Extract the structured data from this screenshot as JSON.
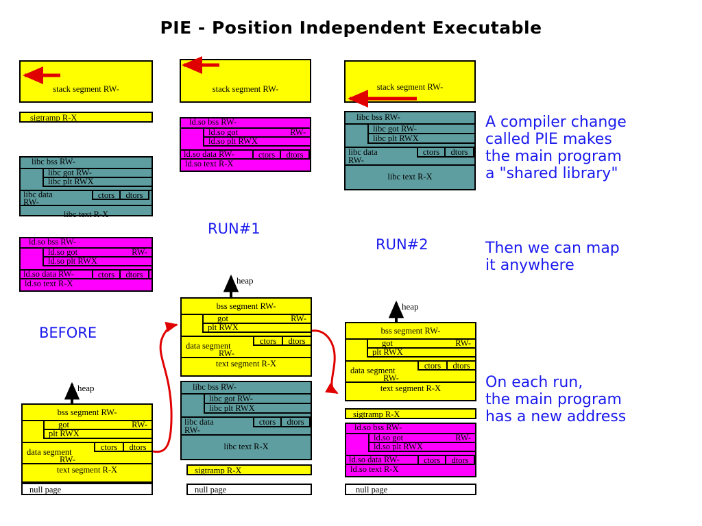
{
  "title": "PIE - Position Independent Executable",
  "colors": {
    "stack_and_main": "#ffff00",
    "libc": "#5f9ea0",
    "ld_so": "#ff00ff",
    "null_page": "#ffffff",
    "annotation": "#1a1aee",
    "arrow": "#e00000"
  },
  "labels": {
    "stack_segment": "stack segment RW-",
    "sigtramp": "sigtramp R-X",
    "null_page": "null page",
    "heap": "heap",
    "bss_segment": "bss segment RW-",
    "got": "got",
    "got_perm": "RW-",
    "plt": "plt  RWX",
    "ctors": "ctors",
    "dtors": "dtors",
    "data_segment_line1": "data segment",
    "data_segment_line2": "RW-",
    "text_segment": "text segment R-X",
    "libc_bss": "libc bss RW-",
    "libc_got": "libc got   RW-",
    "libc_plt": "libc plt   RWX",
    "libc_data_line1": "libc data",
    "libc_data_line2": "RW-",
    "libc_text": "libc text R-X",
    "ldso_bss": "ld.so bss RW-",
    "ldso_got": "ld.so got",
    "ldso_got_perm": "RW-",
    "ldso_plt": "ld.so plt  RWX",
    "ldso_data": "ld.so data RW-",
    "ldso_text": "ld.so text  R-X"
  },
  "columns": [
    {
      "id": "before",
      "caption": "BEFORE"
    },
    {
      "id": "run1",
      "caption": "RUN#1"
    },
    {
      "id": "run2",
      "caption": "RUN#2"
    }
  ],
  "notes": [
    {
      "id": "note-pie",
      "text": "A compiler change\ncalled PIE makes\nthe main program\na \"shared library\""
    },
    {
      "id": "note-map",
      "text": "Then we can map\nit anywhere"
    },
    {
      "id": "note-addr",
      "text": "On each run,\nthe main program\nhas a new address"
    }
  ]
}
